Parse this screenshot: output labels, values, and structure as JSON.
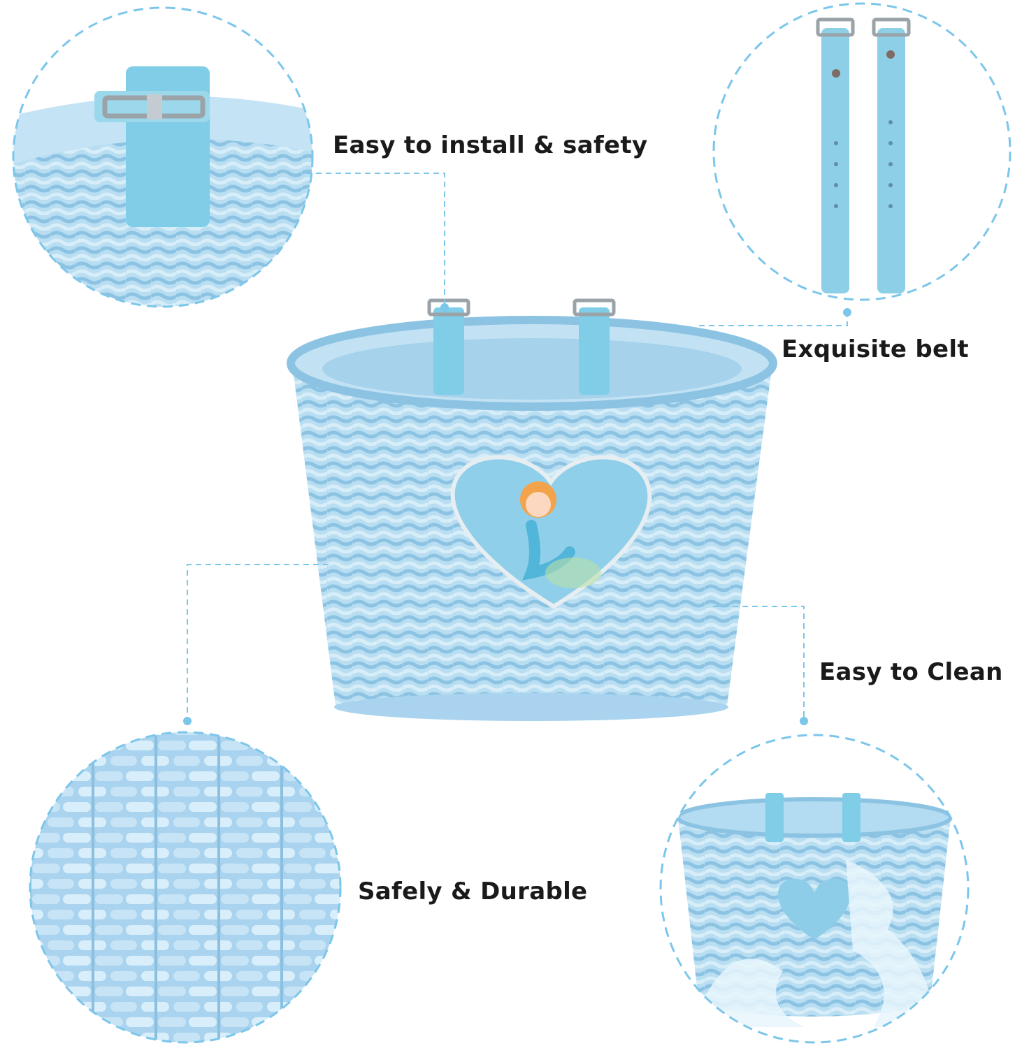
{
  "captions": {
    "install": "Easy to install & safety",
    "belt": "Exquisite belt",
    "clean": "Easy to Clean",
    "durable": "Safely & Durable"
  },
  "colors": {
    "accent_dash": "#7cc6ea",
    "wicker": "#a9d6ef",
    "wicker_dark": "#7fb9dd",
    "strap": "#7fcde6",
    "text": "#1a1a1a"
  },
  "icons": {
    "heart_badge": "mermaid-heart-badge",
    "buckle": "metal-buckle"
  }
}
